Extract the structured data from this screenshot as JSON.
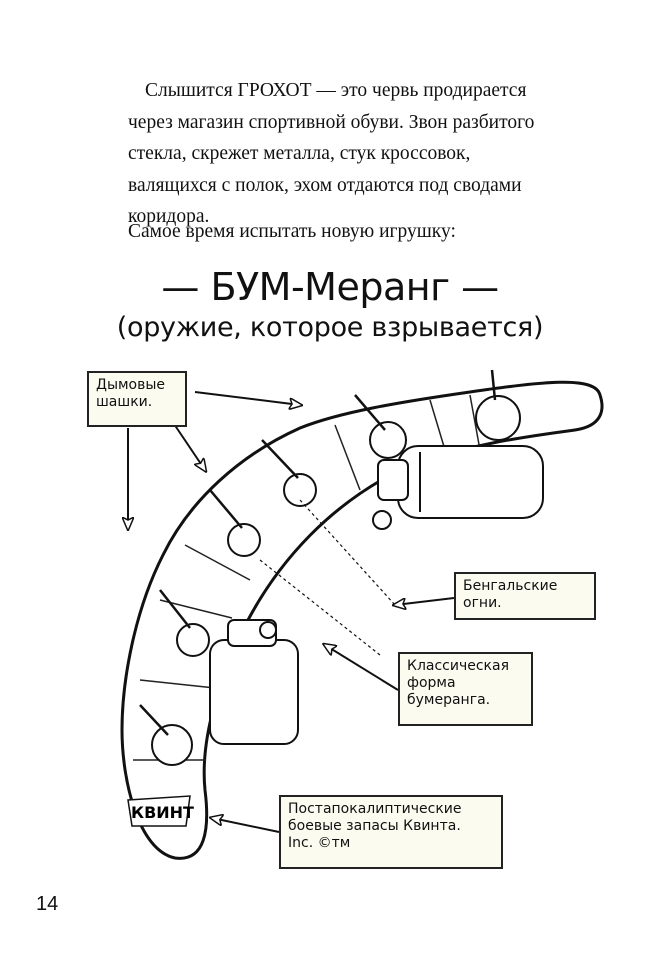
{
  "body_text": {
    "paragraph1": [
      "Слышится ГРОХОТ — это червь продирается",
      "через магазин спортивной обуви. Звон разбитого",
      "стекла, скрежет металла, стук кроссовок,",
      "валящихся с полок, эхом отдаются под сводами",
      "коридора."
    ],
    "paragraph2": "Самое время испытать новую игрушку:"
  },
  "illustration": {
    "title": "— БУМ-Меранг —",
    "subtitle": "(оружие, которое взрывается)",
    "etched_name": "КВИНТ",
    "callouts": {
      "smoke": [
        "Дымовые",
        "шашки."
      ],
      "sparklers": [
        "Бенгальские",
        "огни."
      ],
      "shape": [
        "Классическая",
        "форма",
        "бумеранга."
      ],
      "supplies": [
        "Постапокалиптические",
        "боевые запасы Квинта.",
        "Inc. ©тм"
      ]
    }
  },
  "page_number": "14"
}
